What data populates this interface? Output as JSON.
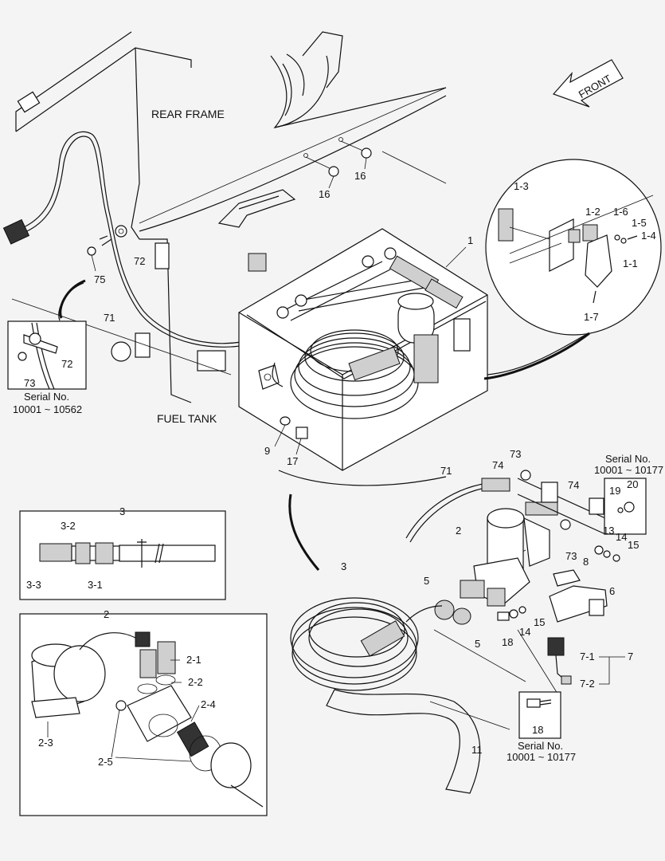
{
  "title_labels": {
    "rear_frame": "REAR FRAME",
    "fuel_tank": "FUEL TANK",
    "front": "FRONT"
  },
  "serial_notes": {
    "left": {
      "line1": "Serial No.",
      "line2": "10001 ~ 10562"
    },
    "top_right": {
      "line1": "Serial No.",
      "line2": "10001 ~ 10177"
    },
    "bottom_right": {
      "line1": "Serial No.",
      "line2": "10001 ~ 10177"
    }
  },
  "callouts": {
    "main": [
      "1",
      "16",
      "16",
      "72",
      "75",
      "71",
      "9",
      "17"
    ],
    "detail_1": [
      "1-3",
      "1-2",
      "1-6",
      "1-5",
      "1-4",
      "1-1",
      "1-7"
    ],
    "detail_72": [
      "72",
      "73"
    ],
    "pump_group": [
      "71",
      "73",
      "74",
      "74",
      "2",
      "73",
      "19",
      "20",
      "13",
      "14",
      "15",
      "8",
      "6",
      "3",
      "5",
      "5",
      "15",
      "14",
      "18",
      "7-1",
      "7",
      "7-2",
      "11"
    ],
    "box_18": [
      "18"
    ],
    "box_3": [
      "3",
      "3-2",
      "3-3",
      "3-1"
    ],
    "box_2": [
      "2",
      "2-1",
      "2-2",
      "2-4",
      "2-3",
      "2-5"
    ]
  },
  "colors": {
    "line": "#111111",
    "background": "#f4f4f4",
    "fill": "#ffffff",
    "shade": "#cfcfcf"
  }
}
